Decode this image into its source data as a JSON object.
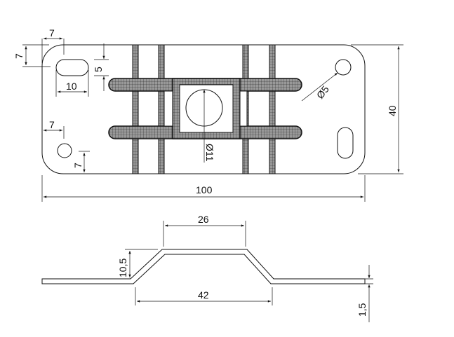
{
  "drawing": {
    "top_view": {
      "dim_corner_x_top": "7",
      "dim_corner_y_top": "7",
      "dim_slot_height": "5",
      "dim_slot_width": "10",
      "dim_hole_x": "7",
      "dim_hole_y": "7",
      "dim_center_hole": "Ø11",
      "dim_small_hole": "Ø5",
      "dim_length": "100",
      "dim_width": "40"
    },
    "side_view": {
      "dim_top_length": "26",
      "dim_bottom_length": "42",
      "dim_height": "10,5",
      "dim_thickness": "1,5"
    }
  }
}
